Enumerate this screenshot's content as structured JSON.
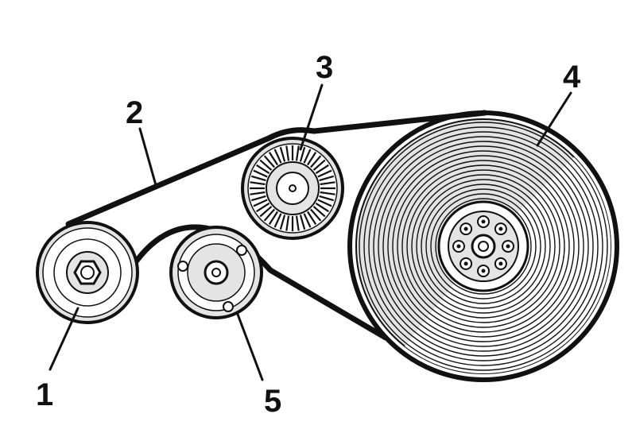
{
  "colors": {
    "ink": "#111111",
    "pulley_fill": "#e4e4e4",
    "background": "#ffffff"
  },
  "callouts": {
    "alternator_pulley": "1",
    "drive_belt": "2",
    "tensioner_roller": "3",
    "crankshaft_pulley": "4",
    "pump_pulley": "5"
  }
}
